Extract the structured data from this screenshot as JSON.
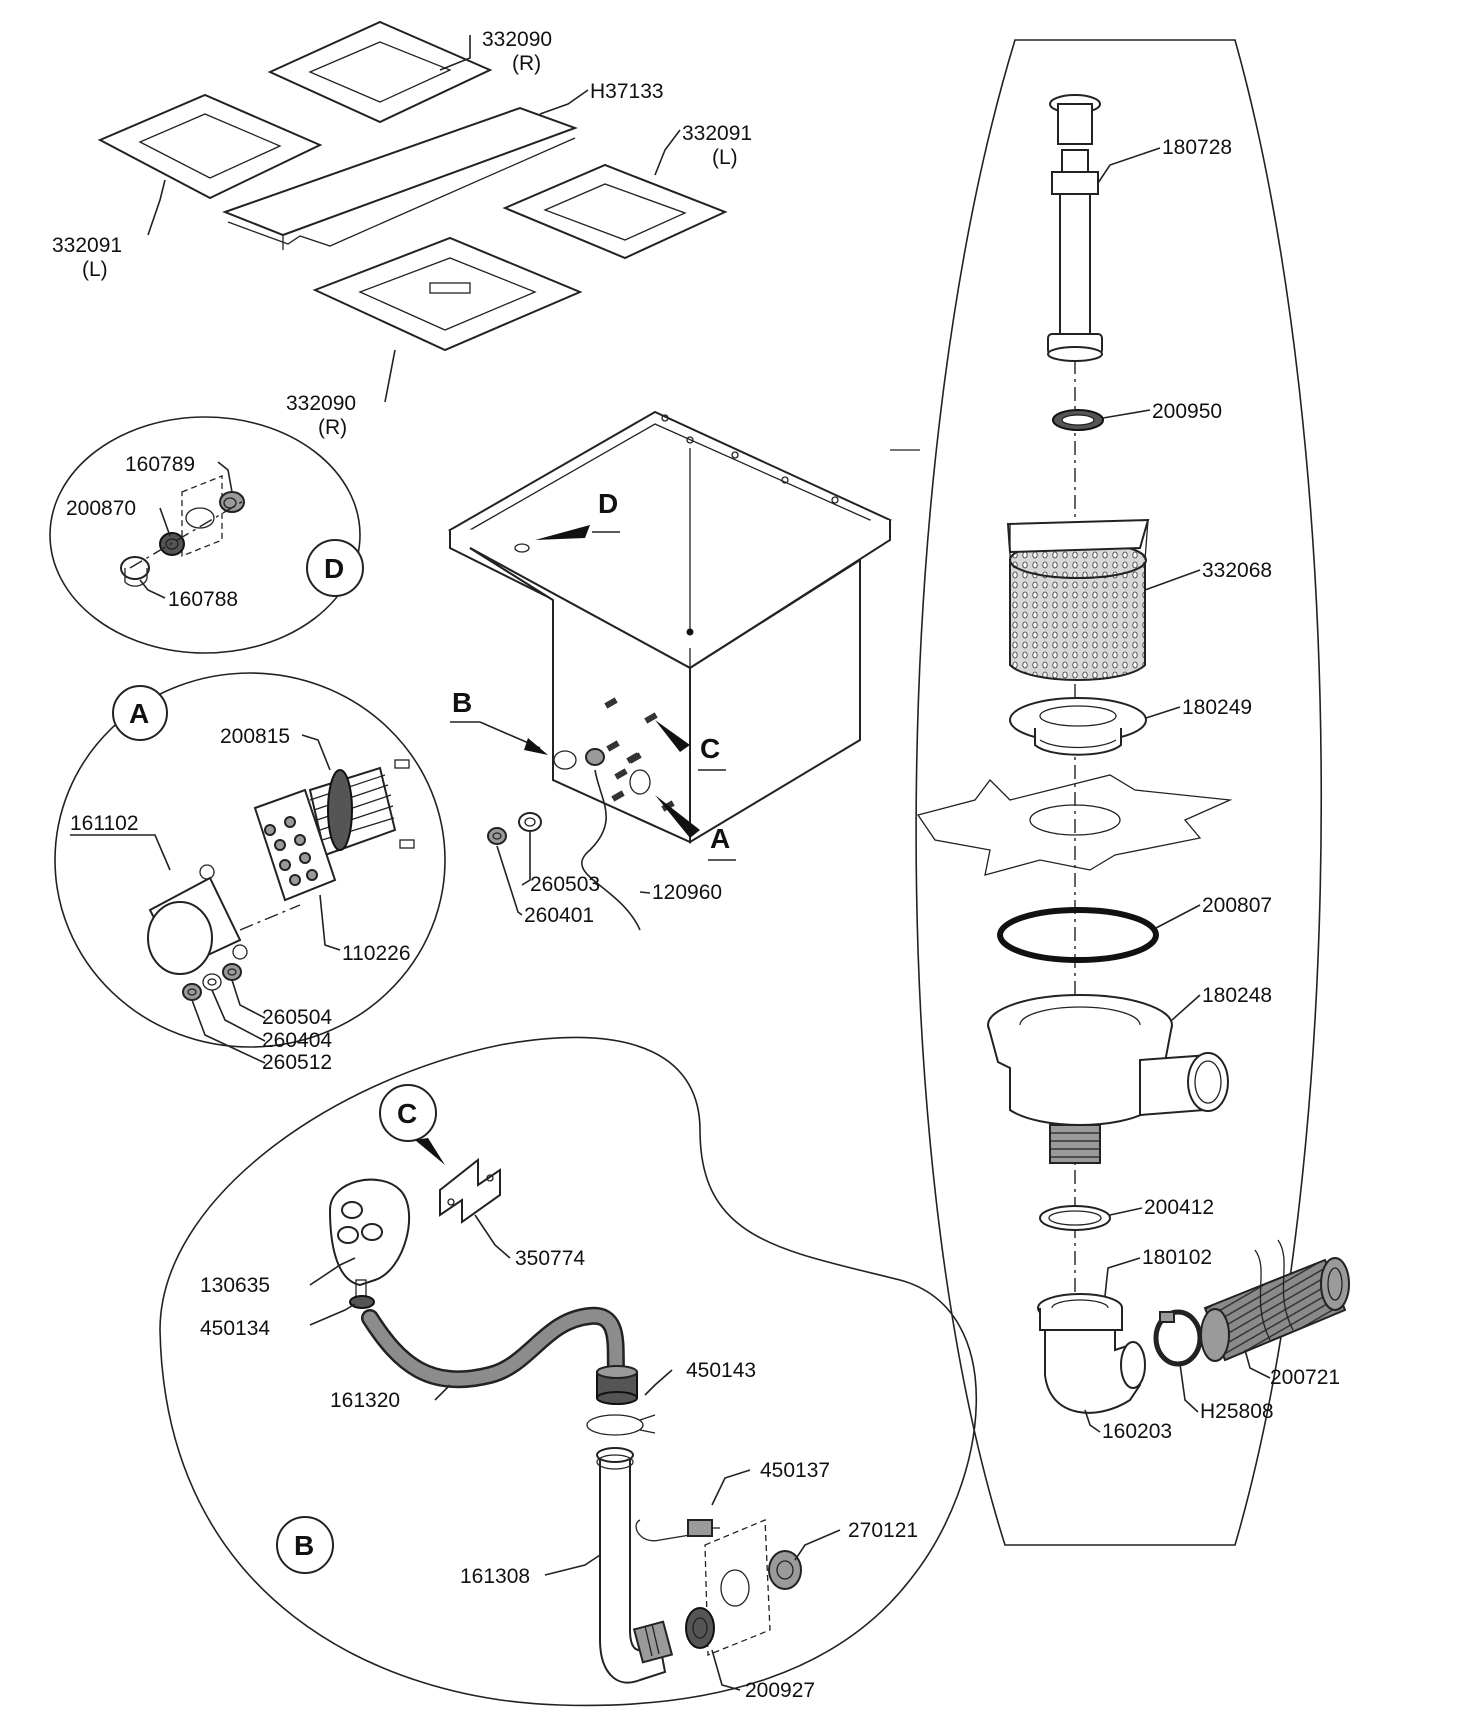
{
  "parts": {
    "grid_top_right": "332090",
    "grid_top_right_side": "(R)",
    "divider": "H37133",
    "grid_right_left": "332091",
    "grid_right_left_side": "(L)",
    "grid_left_left": "332091",
    "grid_left_left_side": "(L)",
    "grid_bottom_right": "332090",
    "grid_bottom_right_side": "(R)",
    "overflow_pipe": "180728",
    "seal_top": "200950",
    "strainer_basket": "332068",
    "drain_flange": "180249",
    "gasket_ring": "200807",
    "drain_body": "180248",
    "washer_200412": "200412",
    "elbow_coupling": "180102",
    "hose_200721": "200721",
    "clamp_h25808": "H25808",
    "elbow_160203": "160203",
    "d_160789": "160789",
    "d_200870": "200870",
    "d_160788": "160788",
    "a_200815": "200815",
    "a_161102": "161102",
    "a_110226": "110226",
    "a_260504": "260504",
    "a_260404": "260404",
    "a_260512": "260512",
    "tank_260503": "260503",
    "tank_260401": "260401",
    "tank_120960": "120960",
    "c_350774": "350774",
    "b_130635": "130635",
    "b_450134": "450134",
    "b_161320": "161320",
    "b_450143": "450143",
    "b_450137": "450137",
    "b_270121": "270121",
    "b_161308": "161308",
    "b_200927": "200927"
  },
  "callouts": {
    "a": "A",
    "b": "B",
    "c": "C",
    "d": "D"
  }
}
